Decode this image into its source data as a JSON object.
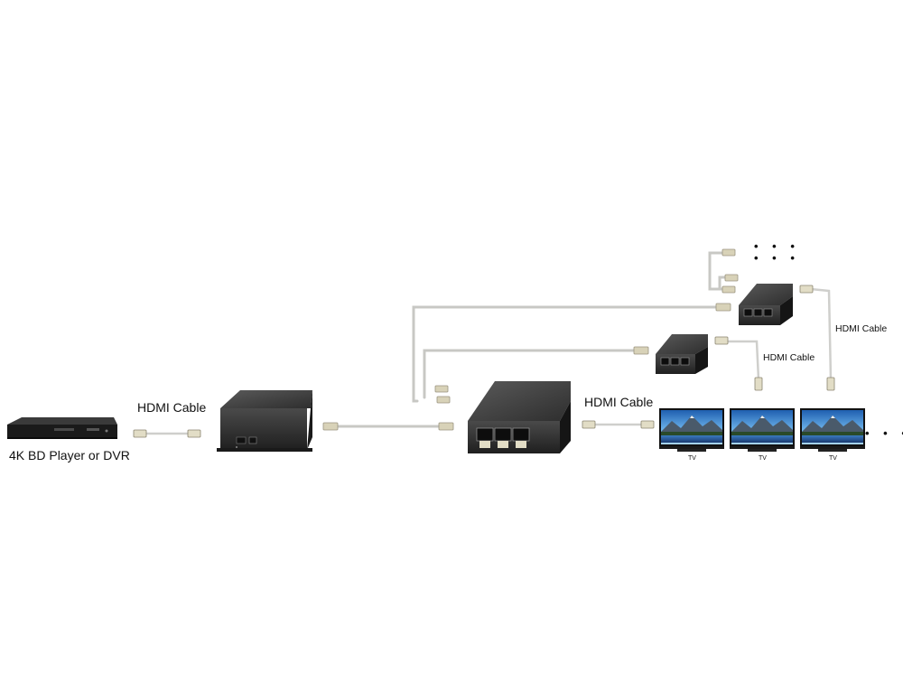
{
  "labels": {
    "source": "4K BD Player or DVR",
    "cable_in": "HDMI Cable",
    "cable_out": "HDMI Cable",
    "cable_mid": "HDMI Cable",
    "cable_top": "HDMI Cable",
    "tv_1": "TV",
    "tv_2": "TV",
    "tv_3": "TV"
  },
  "continuation": {
    "top_row1": "• • •",
    "top_row2": "• • •",
    "tv_row": "• • •"
  },
  "colors": {
    "device_body": "#2a2a2a",
    "cable": "#c8c8c4",
    "connector": "#d8d2b8",
    "screen_sky": "#3a8ad0",
    "screen_land": "#2a4a2a"
  }
}
